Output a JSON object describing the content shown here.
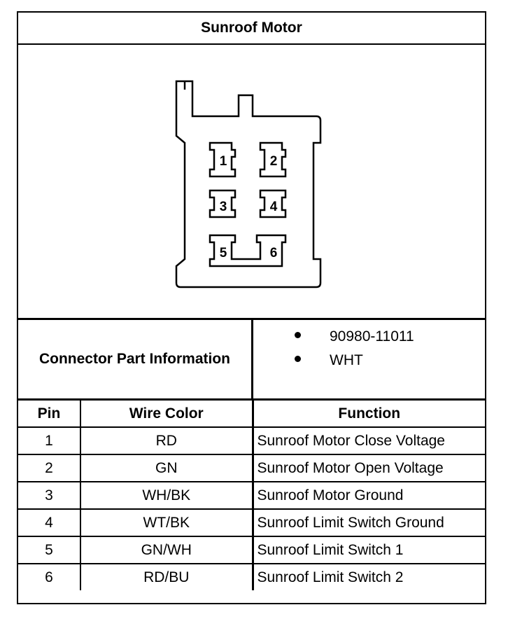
{
  "title": "Sunroof Motor",
  "connector": {
    "pin_labels": [
      "1",
      "2",
      "3",
      "4",
      "5",
      "6"
    ]
  },
  "part_info": {
    "label": "Connector Part Information",
    "items": [
      "90980-11011",
      "WHT"
    ]
  },
  "table": {
    "headers": {
      "pin": "Pin",
      "wire": "Wire Color",
      "function": "Function"
    },
    "rows": [
      {
        "pin": "1",
        "wire": "RD",
        "function": "Sunroof Motor Close Voltage"
      },
      {
        "pin": "2",
        "wire": "GN",
        "function": "Sunroof Motor Open Voltage"
      },
      {
        "pin": "3",
        "wire": "WH/BK",
        "function": "Sunroof Motor Ground"
      },
      {
        "pin": "4",
        "wire": "WT/BK",
        "function": "Sunroof Limit Switch Ground"
      },
      {
        "pin": "5",
        "wire": "GN/WH",
        "function": "Sunroof Limit Switch 1"
      },
      {
        "pin": "6",
        "wire": "RD/BU",
        "function": "Sunroof Limit Switch 2"
      }
    ]
  }
}
